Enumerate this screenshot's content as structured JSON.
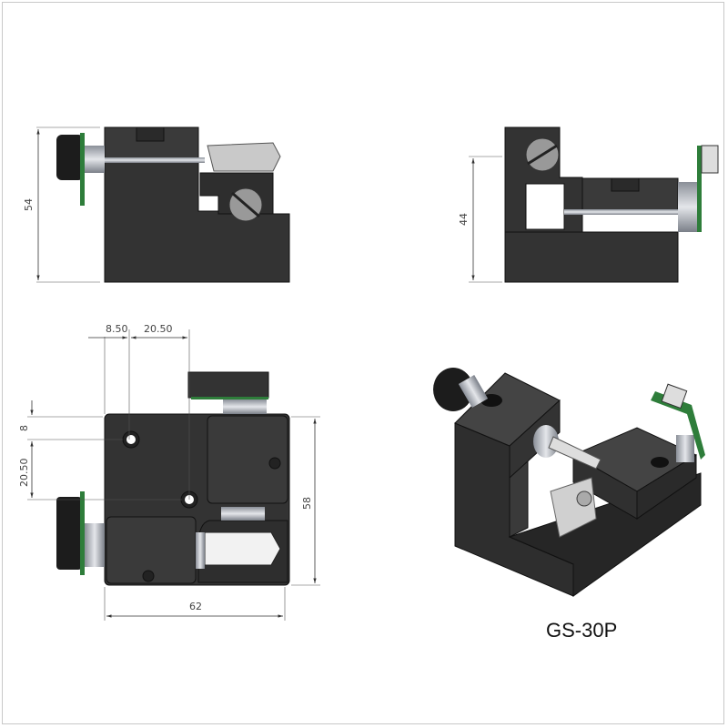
{
  "model_label": "GS-30P",
  "dimensions": {
    "front_height": "54",
    "side_height": "44",
    "hole_x1": "8.50",
    "hole_x2": "20.50",
    "hole_y1": "8",
    "hole_y2": "20.50",
    "depth": "58",
    "width": "62"
  },
  "colors": {
    "body": "#333333",
    "pcb": "#2e7d3a",
    "metal": "#b8bcc4"
  }
}
